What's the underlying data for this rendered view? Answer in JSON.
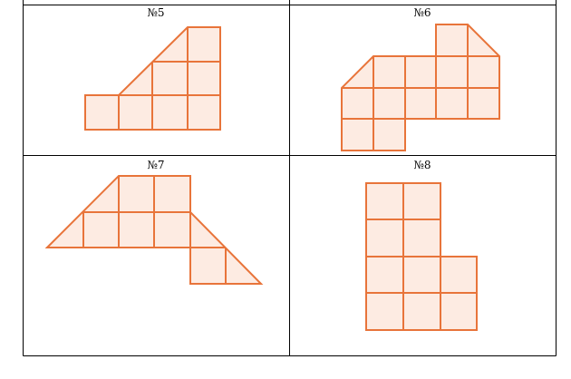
{
  "colors": {
    "border": "#000000",
    "shape_stroke": "#e8743a",
    "shape_fill": "#fdebe2"
  },
  "panels": [
    {
      "label": "№5"
    },
    {
      "label": "№6"
    },
    {
      "label": "№7"
    },
    {
      "label": "№8"
    }
  ]
}
